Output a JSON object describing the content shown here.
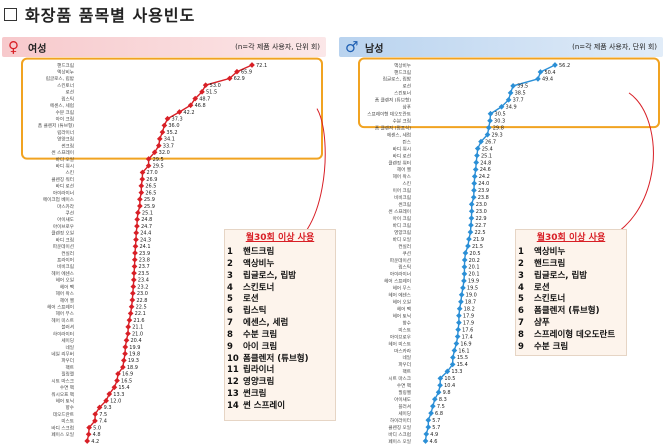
{
  "page_title": "화장품 품목별 사용빈도",
  "chart_data": [
    {
      "type": "line",
      "group": "여성",
      "group_symbol": "♀",
      "note": "(n=각 제품 사용자, 단위 회)",
      "color": "#d81f26",
      "highlight_threshold": 30,
      "categories": [
        "핸드크림",
        "액상비누",
        "립글로스, 립밤",
        "스킨토너",
        "로션",
        "립스틱",
        "에센스, 세럼",
        "수분 크림",
        "아이 크림",
        "폼 클렌저 (튜브형)",
        "립라이너",
        "영양크림",
        "썬크림",
        "썬 스프레이",
        "바디 오일",
        "바디 워시",
        "스킨",
        "클렌징 워터",
        "바디 로션",
        "아이라이너",
        "메이크업 베이스",
        "마스카라",
        "쿠션",
        "아이섀도",
        "아이브로우",
        "클렌징 오일",
        "바디 크림",
        "파운데이션",
        "컨실러",
        "프라이머",
        "비비크림",
        "헤어 에센스",
        "헤어 오일",
        "헤어 팩",
        "헤어 왁스",
        "헤어 젤",
        "헤어 스프레이",
        "헤어 무스",
        "헤어 미스트",
        "블러셔",
        "하이라이터",
        "셰이딩",
        "네일",
        "네일 리무버",
        "파우더",
        "팩트",
        "필링젤",
        "시트 마스크",
        "수면 팩",
        "워시오프 팩",
        "헤어 토닉",
        "향수",
        "데오드란트",
        "미스트",
        "바디 스크럽",
        "페이스 오일"
      ],
      "values": [
        72.1,
        65.9,
        62.9,
        53.0,
        51.5,
        48.7,
        46.8,
        42.2,
        37.3,
        36.0,
        35.2,
        34.1,
        33.7,
        32.0,
        29.5,
        29.5,
        27.0,
        26.9,
        26.5,
        26.5,
        25.9,
        25.9,
        25.1,
        24.8,
        24.7,
        24.4,
        24.3,
        24.1,
        23.9,
        23.8,
        23.7,
        23.5,
        23.4,
        23.2,
        23.0,
        22.8,
        22.5,
        22.1,
        21.6,
        21.1,
        21.0,
        20.4,
        19.9,
        19.8,
        19.3,
        18.9,
        16.9,
        16.5,
        15.4,
        13.3,
        12.0,
        9.3,
        7.5,
        7.4,
        5.0,
        4.8,
        4.2
      ],
      "ranking_title": "월30회 이상 사용",
      "ranking": [
        "핸드크림",
        "액상비누",
        "립글로스, 립밤",
        "스킨토너",
        "로션",
        "립스틱",
        "에센스, 세럼",
        "수분 크림",
        "아이 크림",
        "폼클렌저 (튜브형)",
        "립라이너",
        "영양크림",
        "썬크림",
        "썬 스프레이"
      ]
    },
    {
      "type": "line",
      "group": "남성",
      "group_symbol": "♂",
      "note": "(n=각 제품 사용자, 단위 회)",
      "color": "#2b8fd6",
      "highlight_threshold": 30,
      "categories": [
        "액상비누",
        "핸드크림",
        "립글로스, 립밤",
        "로션",
        "스킨토너",
        "폼 클렌저 (튜브형)",
        "샴푸",
        "스프레이형 데오도란트",
        "수분 크림",
        "폼 클렌저 (펌프식)",
        "에센스, 세럼",
        "린스",
        "바디 워시",
        "바디 로션",
        "클렌징 워터",
        "헤어 젤",
        "헤어 왁스",
        "스킨",
        "이어 크림",
        "비비크림",
        "썬크림",
        "썬 스프레이",
        "아이 크림",
        "바디 크림",
        "영양크림",
        "바디 오일",
        "컨실러",
        "쿠션",
        "파운데이션",
        "립스틱",
        "아이라이너",
        "헤어 스프레이",
        "헤어 무스",
        "헤어 에센스",
        "헤어 오일",
        "헤어 팩",
        "헤어 토닉",
        "향수",
        "미스트",
        "아이브로우",
        "헤어 미스트",
        "마스카라",
        "네일",
        "파우더",
        "팩트",
        "시트 마스크",
        "수면 팩",
        "필링젤",
        "아이섀도",
        "블러셔",
        "셰이딩",
        "하이라이터",
        "클렌징 오일",
        "바디 스크럽",
        "페이스 오일",
        "워시오프 팩",
        "메이크업 베이스"
      ],
      "values": [
        56.2,
        50.4,
        49.4,
        39.5,
        38.5,
        37.7,
        34.9,
        30.5,
        30.3,
        29.8,
        29.3,
        26.7,
        25.4,
        25.1,
        24.8,
        24.6,
        24.2,
        24.0,
        23.9,
        23.8,
        23.0,
        23.0,
        22.9,
        22.7,
        22.5,
        21.9,
        21.5,
        20.5,
        20.2,
        20.1,
        20.1,
        19.9,
        19.5,
        19.0,
        18.7,
        18.2,
        17.9,
        17.9,
        17.6,
        17.4,
        16.9,
        16.1,
        15.5,
        15.4,
        13.3,
        10.5,
        10.4,
        9.8,
        8.3,
        7.5,
        6.8,
        5.7,
        5.7,
        4.9,
        4.6
      ],
      "ranking_title": "월30회 이상 사용",
      "ranking": [
        "액상비누",
        "핸드크림",
        "립글로스, 립밤",
        "로션",
        "스킨토너",
        "폼클렌저 (튜브형)",
        "샴푸",
        "스프레이형 데오도란트",
        "수분 크림"
      ]
    }
  ]
}
